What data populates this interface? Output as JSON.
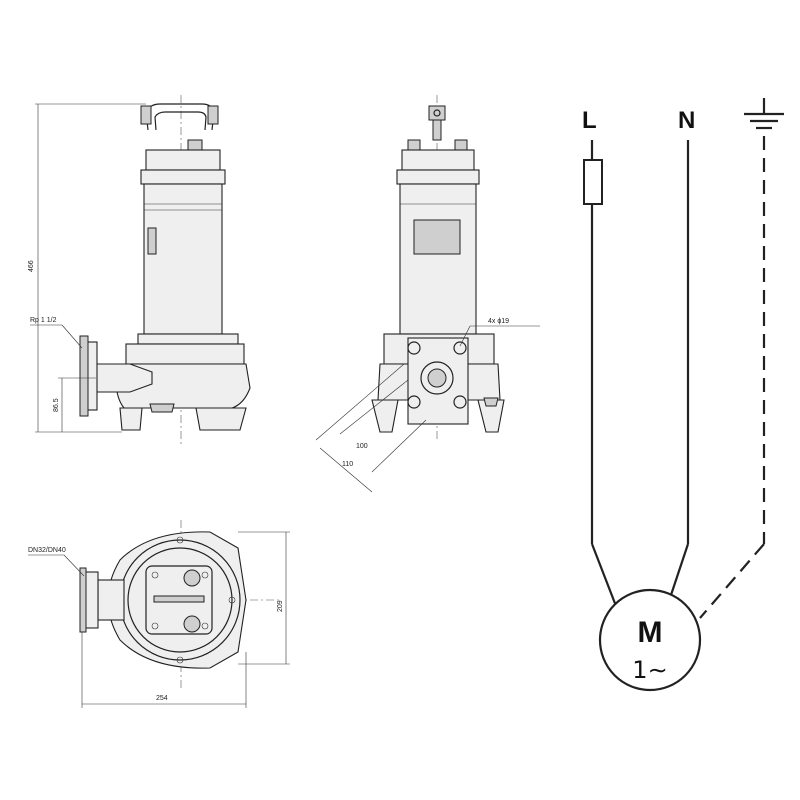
{
  "dimensions": {
    "height_total": "466",
    "inlet_thread": "Rp 1 1/2",
    "inlet_height": "86.5",
    "holes": "4x ϕ19",
    "dim_100": "100",
    "dim_110": "110",
    "flange": "DN32/DN40",
    "width_209": "209",
    "length_254": "254"
  },
  "wiring": {
    "line_label": "L",
    "neutral_label": "N",
    "motor_label": "M",
    "motor_phase": "1∼"
  }
}
